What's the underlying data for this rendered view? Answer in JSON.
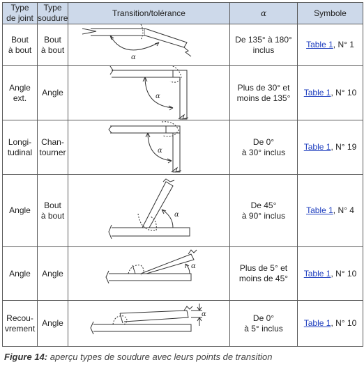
{
  "headers": {
    "type_joint": "Type\nde joint",
    "type_soudure": "Type\nsoudure",
    "transition": "Transition/tolérance",
    "alpha": "α",
    "symbole": "Symbole"
  },
  "rows": [
    {
      "type_joint": "Bout\nà bout",
      "type_soudure": "Bout\nà bout",
      "alpha": "De 135° à 180°\ninclus",
      "table_link": "Table 1",
      "symbol_rest": ", N° 1"
    },
    {
      "type_joint": "Angle\next.",
      "type_soudure": "Angle",
      "alpha": "Plus de 30° et\nmoins de 135°",
      "table_link": "Table 1",
      "symbol_rest": ", N° 10"
    },
    {
      "type_joint": "Longi-\ntudinal",
      "type_soudure": "Chan-\ntourner",
      "alpha": "De 0°\nà 30° inclus",
      "table_link": "Table 1",
      "symbol_rest": ", N° 19"
    },
    {
      "type_joint": "Angle",
      "type_soudure": "Bout\nà bout",
      "alpha": "De 45°\nà 90° inclus",
      "table_link": "Table 1",
      "symbol_rest": ", N° 4"
    },
    {
      "type_joint": "Angle",
      "type_soudure": "Angle",
      "alpha": "Plus de 5° et\nmoins de 45°",
      "table_link": "Table 1",
      "symbol_rest": ", N° 10"
    },
    {
      "type_joint": "Recou-\nvrement",
      "type_soudure": "Angle",
      "alpha": "De 0°\nà 5° inclus",
      "table_link": "Table 1",
      "symbol_rest": ", N° 10"
    }
  ],
  "diagram_label": "α",
  "caption": {
    "label": "Figure 14:",
    "text": " aperçu types de soudure avec leurs points de transition"
  }
}
